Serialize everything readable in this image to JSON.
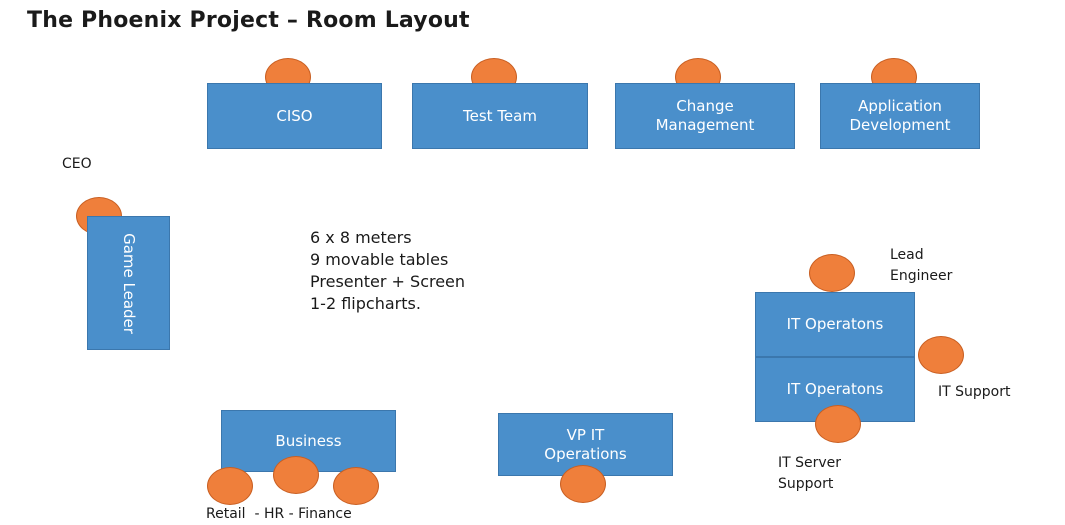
{
  "title": "The Phoenix Project – Room Layout",
  "tables": {
    "ciso": "CISO",
    "test_team": "Test Team",
    "change_mgmt": "Change\nManagement",
    "app_dev": "Application\nDevelopment",
    "game_leader": "Game Leader",
    "business": "Business",
    "vp_it_ops": "VP IT\nOperations",
    "it_ops_1": "IT Operatons",
    "it_ops_2": "IT Operatons"
  },
  "labels": {
    "ceo": "CEO",
    "lead_engineer": "Lead\nEngineer",
    "it_support": "IT Support",
    "it_server_support": "IT Server\nSupport",
    "business_seats": "Retail  - HR - Finance"
  },
  "notes": [
    "6 x 8 meters",
    "9 movable tables",
    "Presenter + Screen",
    "1-2 flipcharts."
  ],
  "colors": {
    "table": "#4a8fcb",
    "seat": "#ef7f3b"
  }
}
